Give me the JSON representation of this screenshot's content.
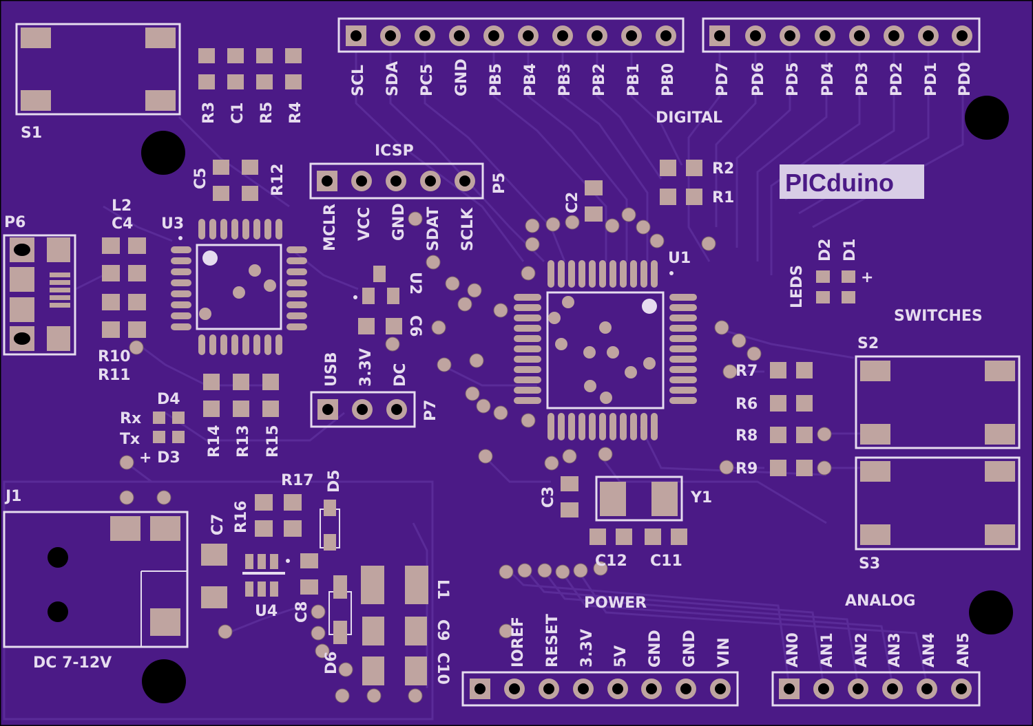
{
  "colors": {
    "board": "#4b1a86",
    "trace": "#5a2b98",
    "silk": "#e6dcef",
    "pad": "#bfa4a0",
    "hole": "#000000"
  },
  "board_title": "PICduino",
  "connectors": {
    "top_left_header": [
      "SCL",
      "SDA",
      "PC5",
      "GND",
      "PB5",
      "PB4",
      "PB3",
      "PB2",
      "PB1",
      "PB0"
    ],
    "top_right_header": [
      "PD7",
      "PD6",
      "PD5",
      "PD4",
      "PD3",
      "PD2",
      "PD1",
      "PD0"
    ],
    "digital_label": "DIGITAL",
    "icsp_label": "ICSP",
    "icsp_pins": [
      "MCLR",
      "VCC",
      "GND",
      "SDAT",
      "SCLK"
    ],
    "icsp_ref": "P5",
    "usb_select_pins": [
      "USB",
      "3.3V",
      "DC"
    ],
    "usb_select_ref": "P7",
    "power_label": "POWER",
    "power_pins": [
      "IOREF",
      "RESET",
      "3.3V",
      "5V",
      "GND",
      "GND",
      "VIN"
    ],
    "analog_label": "ANALOG",
    "analog_pins": [
      "AN0",
      "AN1",
      "AN2",
      "AN3",
      "AN4",
      "AN5"
    ]
  },
  "labels": {
    "S1": "S1",
    "S2": "S2",
    "S3": "S3",
    "switches": "SWITCHES",
    "leds": "LEDS",
    "R3": "R3",
    "C1": "C1",
    "R5": "R5",
    "R4": "R4",
    "C5": "C5",
    "R12": "R12",
    "L2": "L2",
    "C4": "C4",
    "U3": "U3",
    "P6": "P6",
    "R10": "R10",
    "R11": "R11",
    "D4": "D4",
    "Rx": "Rx",
    "Tx": "Tx",
    "D3": "+ D3",
    "R14": "R14",
    "R13": "R13",
    "R15": "R15",
    "U2": "U2",
    "C6": "C6",
    "C2": "C2",
    "U1": "U1",
    "R2": "R2",
    "R1": "R1",
    "D2": "D2",
    "D1": "D1",
    "R7": "R7",
    "R6": "R6",
    "R8": "R8",
    "R9": "R9",
    "C3": "C3",
    "Y1": "Y1",
    "C12": "C12",
    "C11": "C11",
    "J1": "J1",
    "dc_label": "DC 7-12V",
    "C7": "C7",
    "R16": "R16",
    "R17": "R17",
    "D5": "D5",
    "U4": "U4",
    "C8": "C8",
    "D6": "D6",
    "L1": "L1",
    "C9": "C9",
    "C10": "C10",
    "plus": "+"
  }
}
